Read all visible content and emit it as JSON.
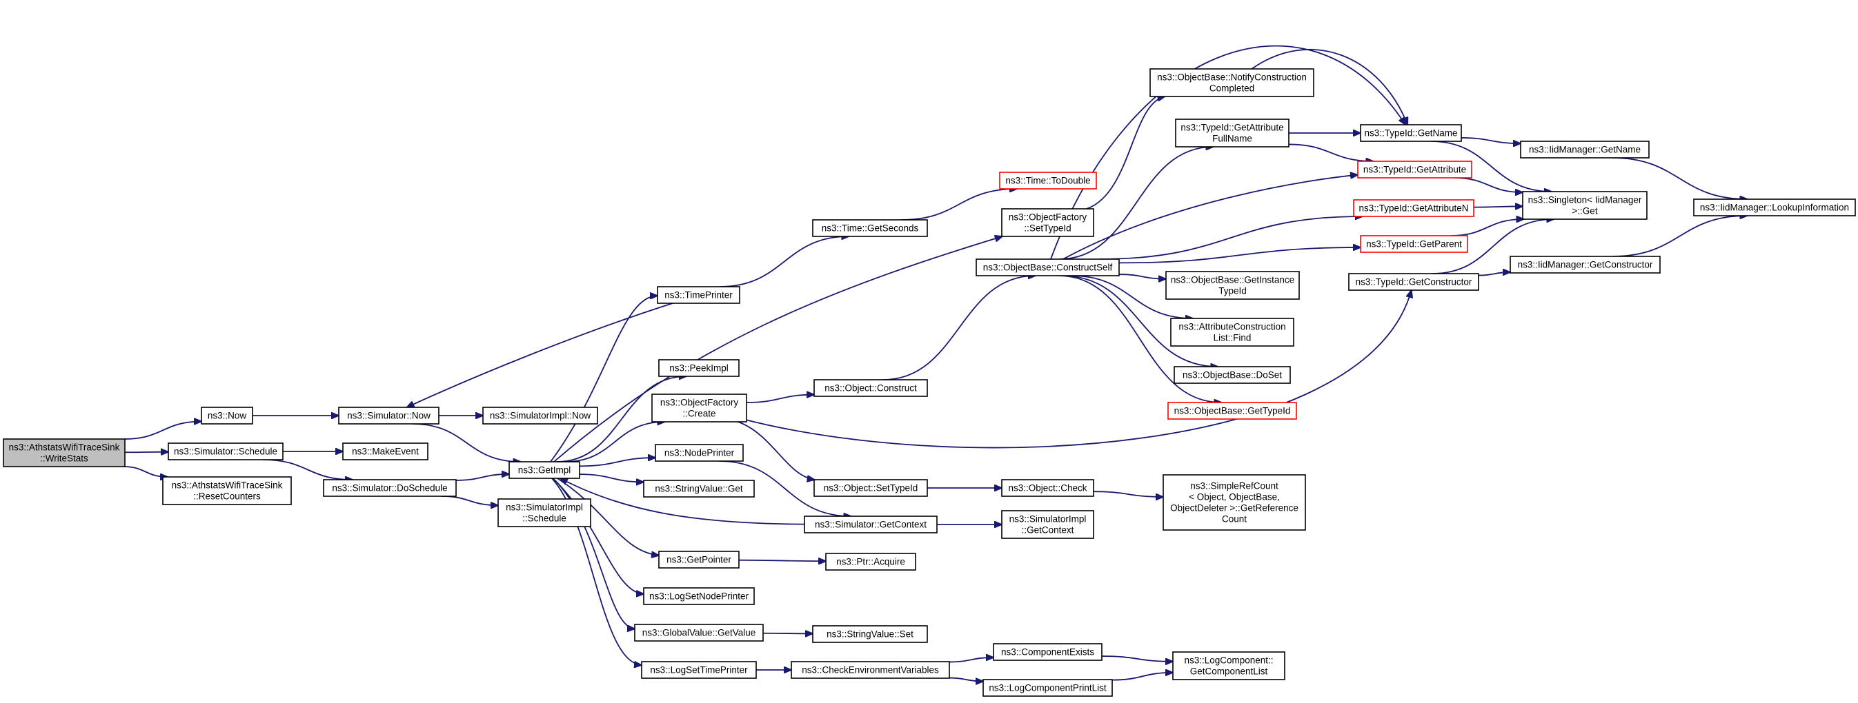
{
  "colors": {
    "edge": "#191970",
    "highlight_border": "#ff0000",
    "root_fill": "#bfbfbf"
  },
  "nodes": [
    {
      "id": "n0",
      "lines": [
        "ns3::AthstatsWifiTraceSink",
        "::WriteStats"
      ],
      "style": "root"
    },
    {
      "id": "n1",
      "lines": [
        "ns3::Now"
      ]
    },
    {
      "id": "n2",
      "lines": [
        "ns3::Simulator::Schedule"
      ]
    },
    {
      "id": "n3",
      "lines": [
        "ns3::AthstatsWifiTraceSink",
        "::ResetCounters"
      ]
    },
    {
      "id": "n4",
      "lines": [
        "ns3::Simulator::Now"
      ]
    },
    {
      "id": "n5",
      "lines": [
        "ns3::MakeEvent"
      ]
    },
    {
      "id": "n6",
      "lines": [
        "ns3::Simulator::DoSchedule"
      ]
    },
    {
      "id": "n7",
      "lines": [
        "ns3::SimulatorImpl::Now"
      ]
    },
    {
      "id": "n8",
      "lines": [
        "ns3::GetImpl"
      ]
    },
    {
      "id": "n9",
      "lines": [
        "ns3::SimulatorImpl",
        "::Schedule"
      ]
    },
    {
      "id": "n10",
      "lines": [
        "ns3::TimePrinter"
      ]
    },
    {
      "id": "n11",
      "lines": [
        "ns3::PeekImpl"
      ]
    },
    {
      "id": "n12",
      "lines": [
        "ns3::ObjectFactory",
        "::Create"
      ]
    },
    {
      "id": "n13",
      "lines": [
        "ns3::NodePrinter"
      ]
    },
    {
      "id": "n14",
      "lines": [
        "ns3::StringValue::Get"
      ]
    },
    {
      "id": "n15",
      "lines": [
        "ns3::GetPointer"
      ]
    },
    {
      "id": "n16",
      "lines": [
        "ns3::LogSetNodePrinter"
      ]
    },
    {
      "id": "n17",
      "lines": [
        "ns3::GlobalValue::GetValue"
      ]
    },
    {
      "id": "n18",
      "lines": [
        "ns3::LogSetTimePrinter"
      ]
    },
    {
      "id": "n19",
      "lines": [
        "ns3::Time::GetSeconds"
      ]
    },
    {
      "id": "n20",
      "lines": [
        "ns3::Object::Construct"
      ]
    },
    {
      "id": "n21",
      "lines": [
        "ns3::Object::SetTypeId"
      ]
    },
    {
      "id": "n22",
      "lines": [
        "ns3::Simulator::GetContext"
      ]
    },
    {
      "id": "n23",
      "lines": [
        "ns3::Ptr::Acquire"
      ]
    },
    {
      "id": "n24",
      "lines": [
        "ns3::StringValue::Set"
      ]
    },
    {
      "id": "n25",
      "lines": [
        "ns3::CheckEnvironmentVariables"
      ]
    },
    {
      "id": "n26",
      "lines": [
        "ns3::Time::ToDouble"
      ],
      "style": "red"
    },
    {
      "id": "n27",
      "lines": [
        "ns3::ObjectFactory",
        "::SetTypeId"
      ]
    },
    {
      "id": "n28",
      "lines": [
        "ns3::ObjectBase::ConstructSelf"
      ]
    },
    {
      "id": "n29",
      "lines": [
        "ns3::Object::Check"
      ]
    },
    {
      "id": "n30",
      "lines": [
        "ns3::SimulatorImpl",
        "::GetContext"
      ]
    },
    {
      "id": "n31",
      "lines": [
        "ns3::ComponentExists"
      ]
    },
    {
      "id": "n32",
      "lines": [
        "ns3::LogComponentPrintList"
      ]
    },
    {
      "id": "n33",
      "lines": [
        "ns3::ObjectBase::NotifyConstruction",
        "Completed"
      ]
    },
    {
      "id": "n34",
      "lines": [
        "ns3::TypeId::GetAttribute",
        "FullName"
      ]
    },
    {
      "id": "n35",
      "lines": [
        "ns3::ObjectBase::GetInstance",
        "TypeId"
      ]
    },
    {
      "id": "n36",
      "lines": [
        "ns3::AttributeConstruction",
        "List::Find"
      ]
    },
    {
      "id": "n37",
      "lines": [
        "ns3::ObjectBase::DoSet"
      ]
    },
    {
      "id": "n38",
      "lines": [
        "ns3::ObjectBase::GetTypeId"
      ],
      "style": "red"
    },
    {
      "id": "n39",
      "lines": [
        "ns3::SimpleRefCount",
        "< Object, ObjectBase,",
        "ObjectDeleter >::GetReference",
        "Count"
      ]
    },
    {
      "id": "n40",
      "lines": [
        "ns3::LogComponent::",
        "GetComponentList"
      ]
    },
    {
      "id": "n41",
      "lines": [
        "ns3::TypeId::GetName"
      ]
    },
    {
      "id": "n42",
      "lines": [
        "ns3::TypeId::GetAttribute"
      ],
      "style": "red"
    },
    {
      "id": "n43",
      "lines": [
        "ns3::TypeId::GetAttributeN"
      ],
      "style": "red"
    },
    {
      "id": "n44",
      "lines": [
        "ns3::TypeId::GetParent"
      ],
      "style": "red"
    },
    {
      "id": "n45",
      "lines": [
        "ns3::TypeId::GetConstructor"
      ]
    },
    {
      "id": "n46",
      "lines": [
        "ns3::IidManager::GetName"
      ]
    },
    {
      "id": "n47",
      "lines": [
        "ns3::Singleton< IidManager",
        ">::Get"
      ]
    },
    {
      "id": "n48",
      "lines": [
        "ns3::IidManager::GetConstructor"
      ]
    },
    {
      "id": "n49",
      "lines": [
        "ns3::IidManager::LookupInformation"
      ]
    }
  ]
}
